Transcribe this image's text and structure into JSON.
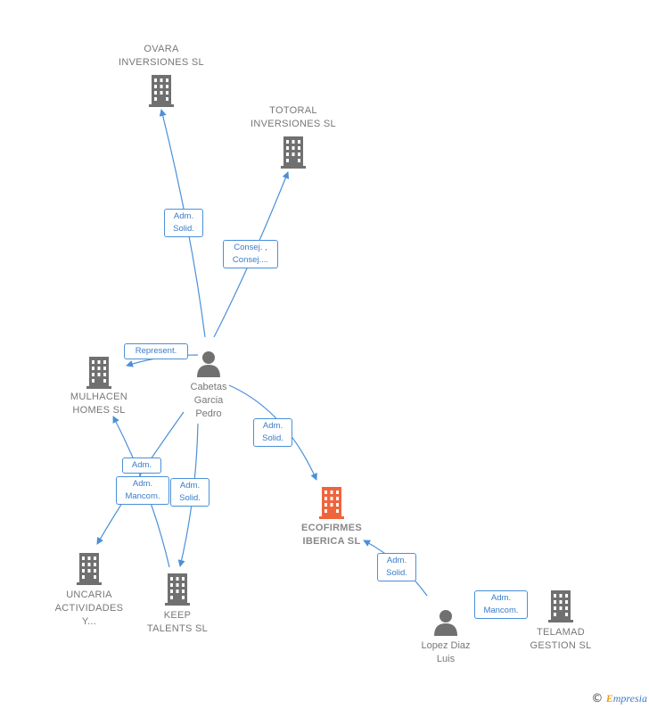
{
  "nodes": {
    "ovara": {
      "line1": "OVARA",
      "line2": "INVERSIONES SL",
      "line3": ""
    },
    "totoral": {
      "line1": "TOTORAL",
      "line2": "INVERSIONES SL",
      "line3": ""
    },
    "mulhacen": {
      "line1": "MULHACEN",
      "line2": "HOMES  SL",
      "line3": ""
    },
    "cabetas": {
      "line1": "Cabetas",
      "line2": "Garcia",
      "line3": "Pedro"
    },
    "ecofirmes": {
      "line1": "ECOFIRMES",
      "line2": "IBERICA  SL",
      "line3": ""
    },
    "uncaria": {
      "line1": "UNCARIA",
      "line2": "ACTIVIDADES",
      "line3": "Y..."
    },
    "keep": {
      "line1": "KEEP",
      "line2": "TALENTS  SL",
      "line3": ""
    },
    "lopez": {
      "line1": "Lopez Diaz",
      "line2": "Luis",
      "line3": ""
    },
    "telamad": {
      "line1": "TELAMAD",
      "line2": "GESTION  SL",
      "line3": ""
    }
  },
  "edge_labels": {
    "ovara": {
      "line1": "Adm.",
      "line2": "Solid."
    },
    "totoral": {
      "line1": "Consej. ,",
      "line2": "Consej...."
    },
    "mulhacen": {
      "line1": "Represent.",
      "line2": ""
    },
    "ecofirmes": {
      "line1": "Adm.",
      "line2": "Solid."
    },
    "uncaria_top": {
      "line1": "Adm.",
      "line2": ""
    },
    "uncaria": {
      "line1": "Adm.",
      "line2": "Mancom."
    },
    "keep": {
      "line1": "Adm.",
      "line2": "Solid."
    },
    "lopez": {
      "line1": "Adm.",
      "line2": "Solid."
    },
    "telamad": {
      "line1": "Adm.",
      "line2": "Mancom."
    }
  },
  "colors": {
    "edge": "#4a90d9",
    "company_icon": "#707070",
    "main_company_icon": "#f0643c",
    "person_icon": "#707070"
  },
  "footer": {
    "copyright": "©",
    "brand_first": "E",
    "brand_rest": "mpresia"
  }
}
